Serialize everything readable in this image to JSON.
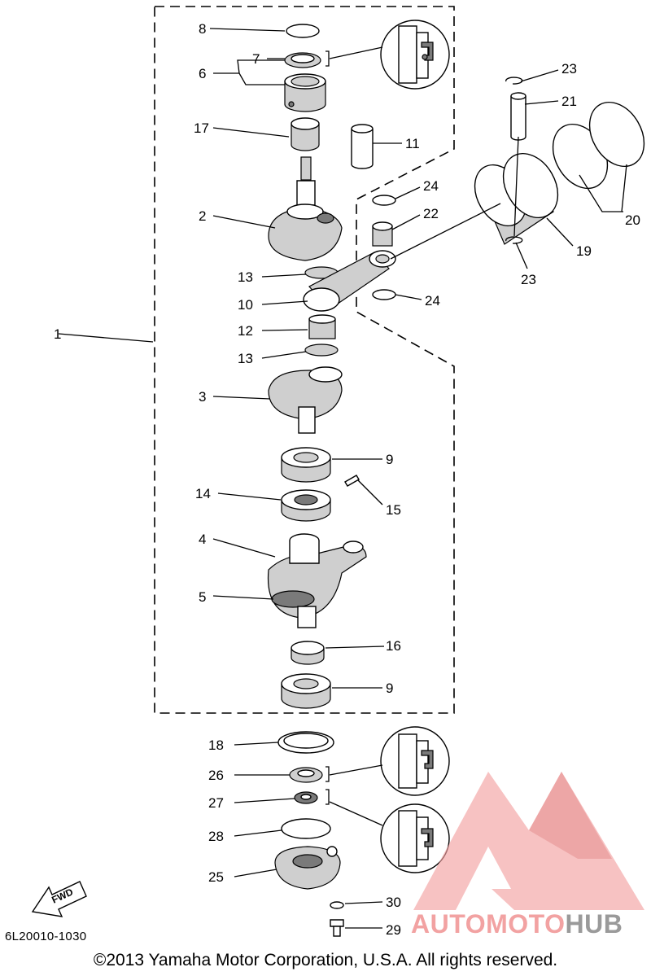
{
  "diagram": {
    "callouts": [
      "1",
      "2",
      "3",
      "4",
      "5",
      "6",
      "7",
      "8",
      "9",
      "9",
      "10",
      "11",
      "12",
      "13",
      "13",
      "14",
      "15",
      "16",
      "17",
      "18",
      "19",
      "20",
      "21",
      "22",
      "23",
      "23",
      "24",
      "24",
      "25",
      "26",
      "27",
      "28",
      "29",
      "30"
    ],
    "fwd_label": "FWD"
  },
  "footer": {
    "doc_code": "6L20010-1030",
    "copyright": "©2013 Yamaha Motor Corporation, U.S.A. All rights reserved."
  },
  "watermark": {
    "part1": "AUTOMOTO",
    "part2": "HUB",
    "colors": {
      "accent": "#f2a2a2",
      "gray": "#9a9a9a"
    }
  }
}
